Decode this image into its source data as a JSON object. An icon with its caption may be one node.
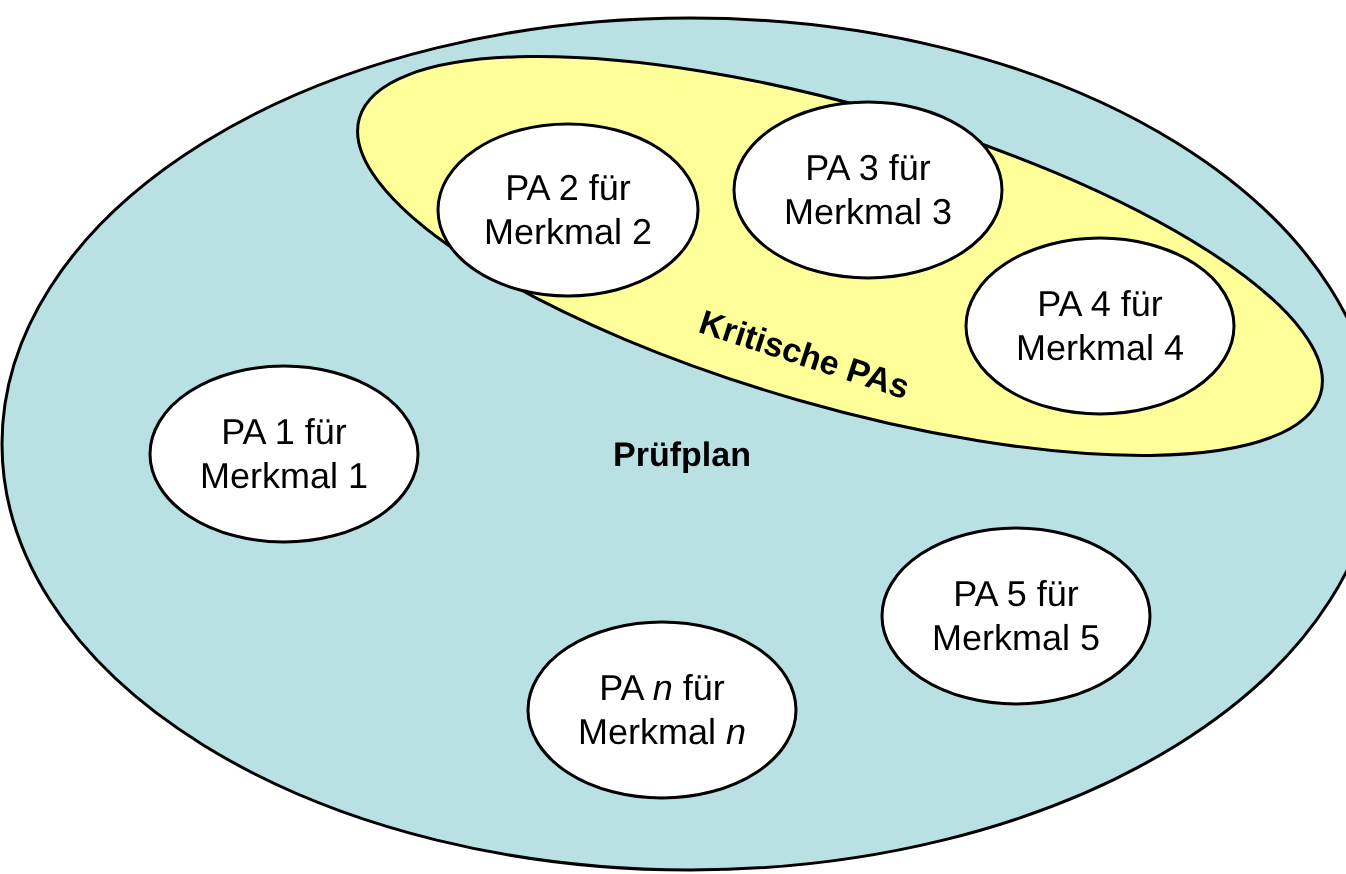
{
  "diagram": {
    "nodes": [
      {
        "text": [
          "Prüfplan"
        ]
      },
      {
        "text": [
          "Kritische PAs"
        ],
        "in": 0
      },
      {
        "text": [
          "PA 2 für Merkmal 2"
        ],
        "in": 1
      },
      {
        "text": [
          "PA 3 für Merkmal 3"
        ],
        "in": 1
      },
      {
        "text": [
          "PA 4 für Merkmal 4"
        ],
        "in": 1
      },
      {
        "text": [
          "PA 1 für Merkmal 1"
        ],
        "in": 0
      },
      {
        "text": [
          "PA 5 für Merkmal 5"
        ],
        "in": 0
      },
      {
        "text": [
          "PA *n* für Merkmal *n*"
        ],
        "in": 0
      }
    ],
    "edges": []
  }
}
